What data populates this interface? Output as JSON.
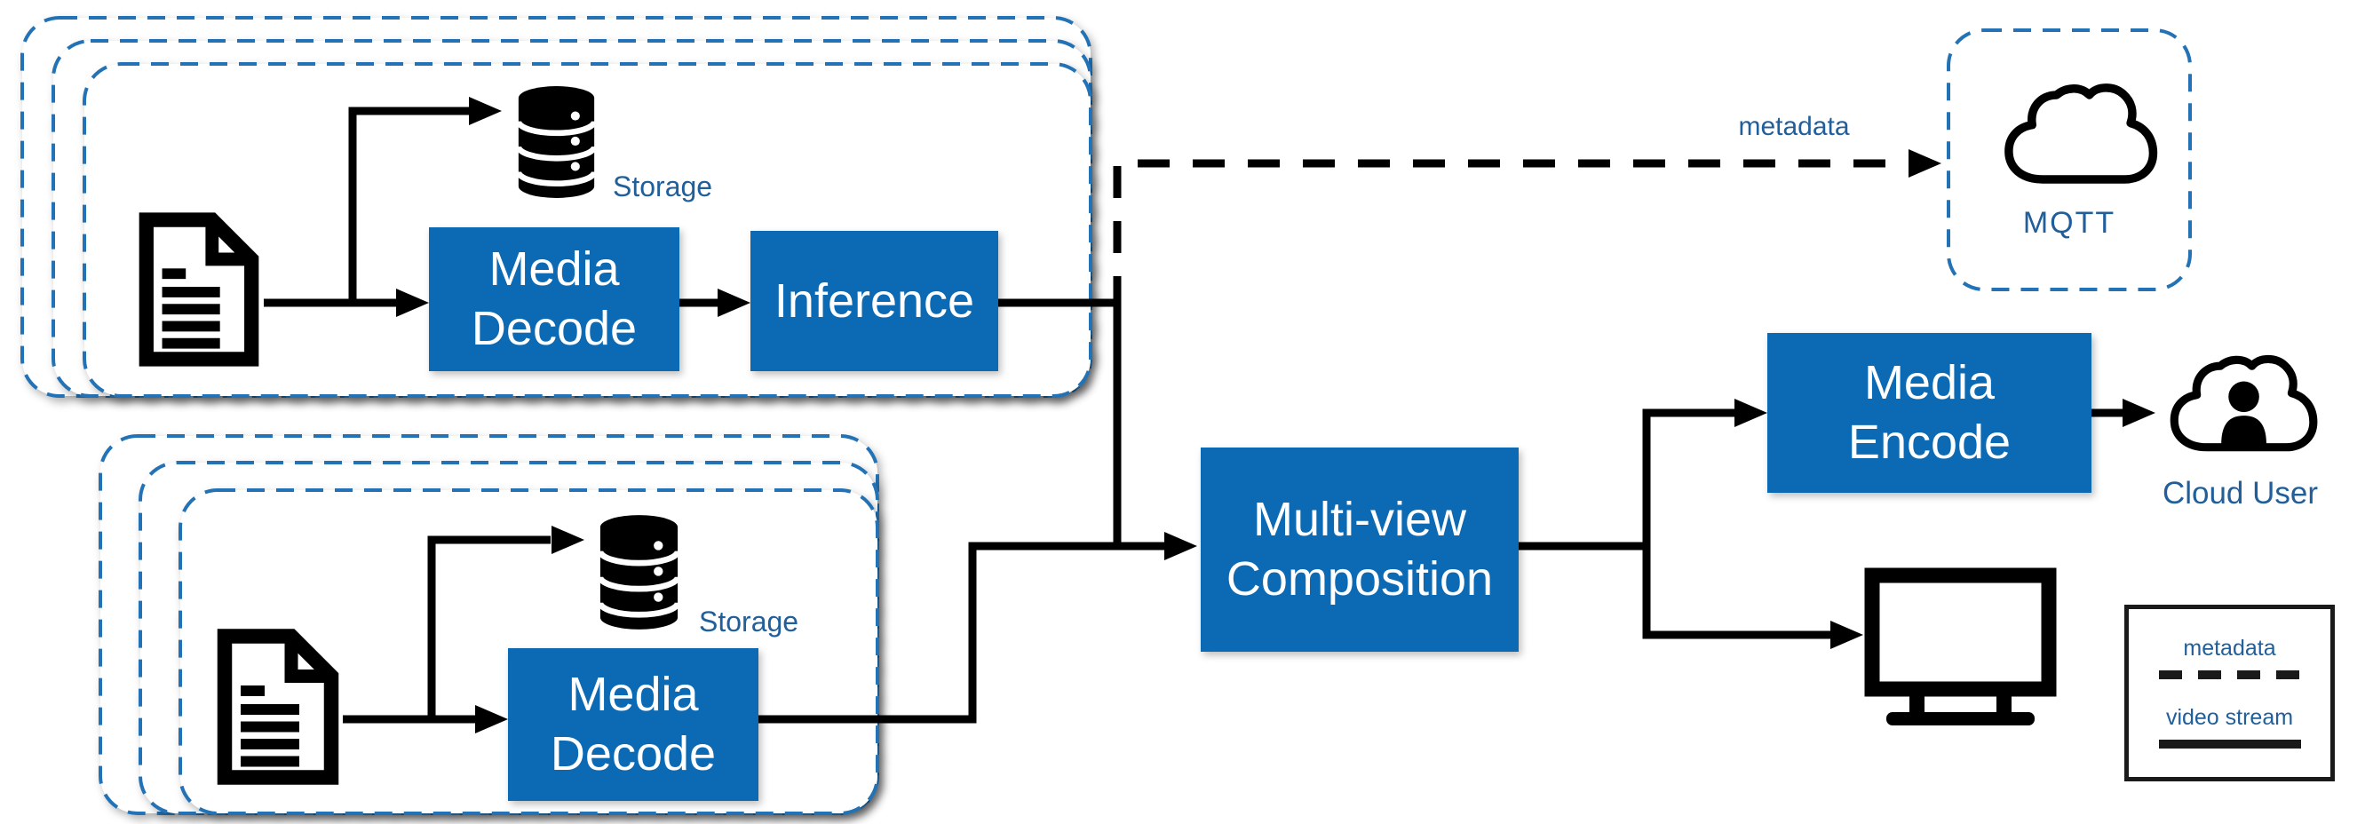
{
  "colors": {
    "node_fill": "#0c69b3",
    "node_text": "#ffffff",
    "container_border": "#2272b5",
    "label_text": "#215f9a",
    "flow_line": "#000000",
    "legend_border": "#1a1a1a"
  },
  "stacks": {
    "inference_pipeline_instances": 3,
    "decode_pipeline_instances": 3
  },
  "nodes": {
    "media_decode_top": "Media\nDecode",
    "inference": "Inference",
    "media_decode_bottom": "Media\nDecode",
    "multi_view_composition": "Multi-view\nComposition",
    "media_encode": "Media\nEncode"
  },
  "labels": {
    "storage_top": "Storage",
    "storage_bottom": "Storage",
    "metadata_flow": "metadata",
    "mqtt": "MQTT",
    "cloud_user": "Cloud User"
  },
  "icons": {
    "source_top": "document-icon",
    "source_bottom": "document-icon",
    "storage_top": "database-icon",
    "storage_bottom": "database-icon",
    "mqtt": "cloud-icon",
    "cloud_user": "cloud-user-icon",
    "display": "monitor-icon"
  },
  "legend": {
    "items": [
      {
        "label": "metadata",
        "line_style": "dashed"
      },
      {
        "label": "video stream",
        "line_style": "solid"
      }
    ]
  }
}
